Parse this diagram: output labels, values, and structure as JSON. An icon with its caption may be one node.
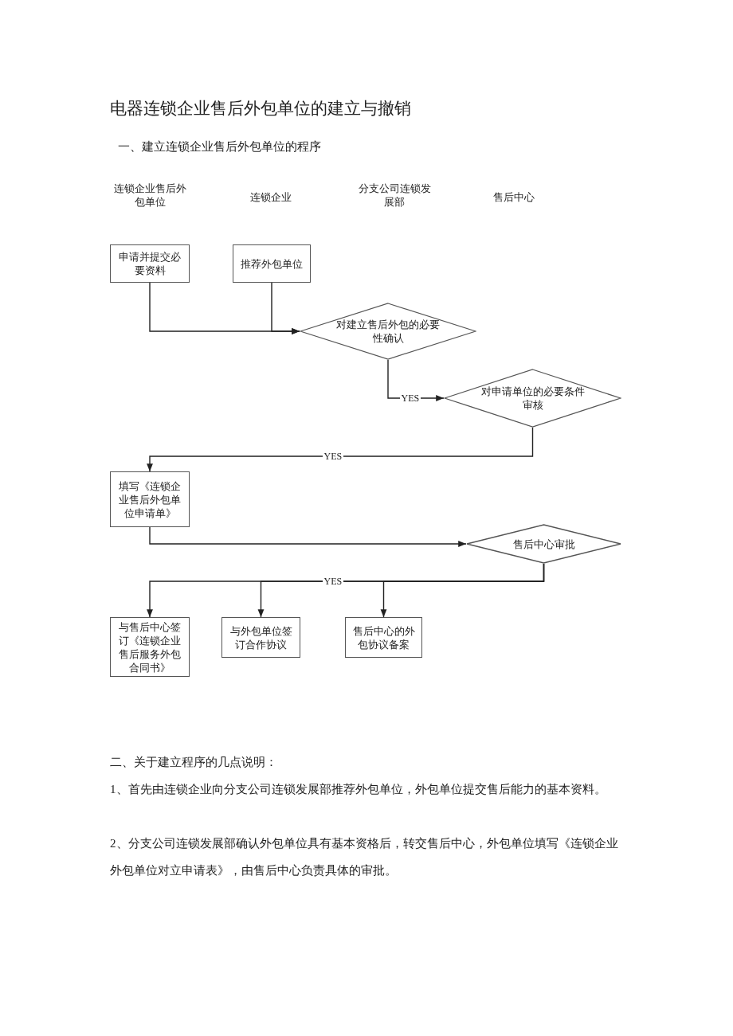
{
  "diagram": {
    "title": "电器连锁企业售后外包单位的建立与撤销",
    "nodes": [
      {
        "text": [
          "申请并提交必要资料"
        ]
      },
      {
        "text": [
          "推荐外包单位"
        ]
      },
      {
        "text": [
          "对建立售后外包的必要性确认"
        ]
      },
      {
        "text": [
          "对申请单位的必要条件审核"
        ]
      },
      {
        "text": [
          "填写《连锁企业售后外包单位申请单》"
        ]
      },
      {
        "text": [
          "售后中心审批"
        ]
      },
      {
        "text": [
          "与售后中心签订《连锁企业售后服务外包合同书》"
        ]
      },
      {
        "text": [
          "与外包单位签订合作协议"
        ]
      },
      {
        "text": [
          "售后中心的外包协议备案"
        ]
      }
    ],
    "edges": [
      {
        "from": 0,
        "to": 2,
        "arrow": "to"
      },
      {
        "from": 1,
        "to": 2,
        "arrow": "to"
      },
      {
        "from": 2,
        "to": 3,
        "arrow": "to",
        "label": "YES"
      },
      {
        "from": 3,
        "to": 4,
        "arrow": "to",
        "label": "YES"
      },
      {
        "from": 4,
        "to": 5,
        "arrow": "to"
      },
      {
        "from": 5,
        "to": 6,
        "arrow": "to",
        "label": "YES"
      },
      {
        "from": 5,
        "to": 7,
        "arrow": "to"
      },
      {
        "from": 5,
        "to": 8,
        "arrow": "to"
      }
    ],
    "labels": [
      "一、建立连锁企业售后外包单位的程序",
      "连锁企业售后外包单位",
      "连锁企业",
      "分支公司连锁发展部",
      "售后中心",
      "二、关于建立程序的几点说明：",
      "1、首先由连锁企业向分支公司连锁发展部推荐外包单位，外包单位提交售后能力的基本资料。",
      "2、分支公司连锁发展部确认外包单位具有基本资格后，转交售后中心，外包单位填写《连锁企业外包单位对立申请表》，由售后中心负责具体的审批。"
    ]
  }
}
